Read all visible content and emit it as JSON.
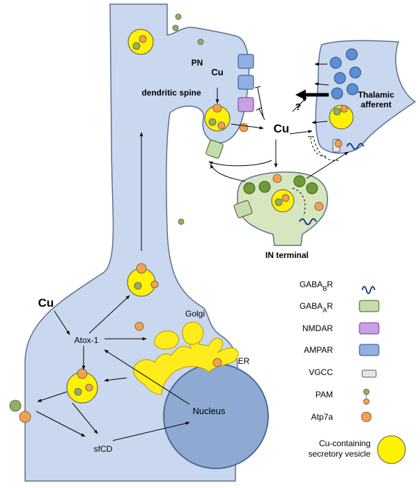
{
  "labels": {
    "pn_spine_line1": "PN",
    "pn_spine_line2": "dendritic spine",
    "thalamic_line1": "Thalamic",
    "thalamic_line2": "afferent",
    "cu_spine": "Cu",
    "cu_center": "Cu",
    "cu_soma": "Cu",
    "question": "?",
    "in_terminal": "IN terminal",
    "golgi": "Golgi",
    "er": "ER",
    "nucleus": "Nucleus",
    "atox1": "Atox-1",
    "sfcd": "sfCD"
  },
  "legend": [
    {
      "key": "gabab",
      "text": "GABA",
      "sub": "B",
      "tail": "R"
    },
    {
      "key": "gabaa",
      "text": "GABA",
      "sub": "A",
      "tail": "R"
    },
    {
      "key": "nmdar",
      "text": "NMDAR",
      "sub": "",
      "tail": ""
    },
    {
      "key": "ampar",
      "text": "AMPAR",
      "sub": "",
      "tail": ""
    },
    {
      "key": "vgcc",
      "text": "VGCC",
      "sub": "",
      "tail": ""
    },
    {
      "key": "pam",
      "text": "PAM",
      "sub": "",
      "tail": ""
    },
    {
      "key": "atp7a",
      "text": "Atp7a",
      "sub": "",
      "tail": ""
    },
    {
      "key": "vesicle",
      "text": "Cu-containing",
      "sub": "",
      "tail": ""
    },
    {
      "key": "vesicle2",
      "text": "secretory vesicle",
      "sub": "",
      "tail": ""
    }
  ],
  "colors": {
    "cell": "#c9d8ee",
    "cell_stroke": "#5a6f8e",
    "nucleus": "#8faad2",
    "golgi": "#ffec1a",
    "vesicle": "#fff200",
    "atp7a": "#f5a04a",
    "pam_green": "#8fb25a",
    "in_terminal": "#d8e6bf",
    "green_vesicle": "#6f9a3c",
    "blue_vesicle": "#5b8ed4",
    "nmdar": "#c9a0e6",
    "ampar": "#8fb0e0",
    "gabaa": "#c7dcae",
    "gabab": "#1d3b8f"
  }
}
